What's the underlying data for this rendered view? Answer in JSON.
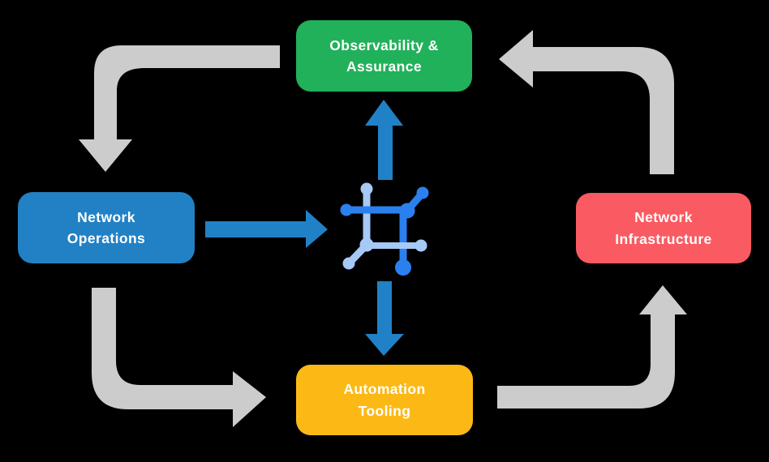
{
  "nodes": {
    "observability": {
      "label": "Observability &\nAssurance",
      "color": "#21b15a"
    },
    "operations": {
      "label": "Network\nOperations",
      "color": "#2181c4"
    },
    "infrastructure": {
      "label": "Network\nInfrastructure",
      "color": "#fa5a61"
    },
    "tooling": {
      "label": "Automation\nTooling",
      "color": "#fcb916"
    }
  },
  "center_icon": {
    "name": "network-mesh-icon",
    "color_dark": "#2b80f0",
    "color_light": "#a6c9f6"
  },
  "colors": {
    "background": "#000000",
    "arrow_gray": "#cccccc",
    "arrow_blue": "#2181c6",
    "node_text": "#ffffff"
  },
  "flow": [
    {
      "from": "observability",
      "to": "operations",
      "style": "gray"
    },
    {
      "from": "operations",
      "to": "tooling",
      "style": "gray"
    },
    {
      "from": "tooling",
      "to": "infrastructure",
      "style": "gray"
    },
    {
      "from": "infrastructure",
      "to": "observability",
      "style": "gray"
    },
    {
      "from": "operations",
      "to": "center-icon",
      "style": "blue"
    },
    {
      "from": "center-icon",
      "to": "observability",
      "style": "blue"
    },
    {
      "from": "center-icon",
      "to": "tooling",
      "style": "blue"
    }
  ]
}
